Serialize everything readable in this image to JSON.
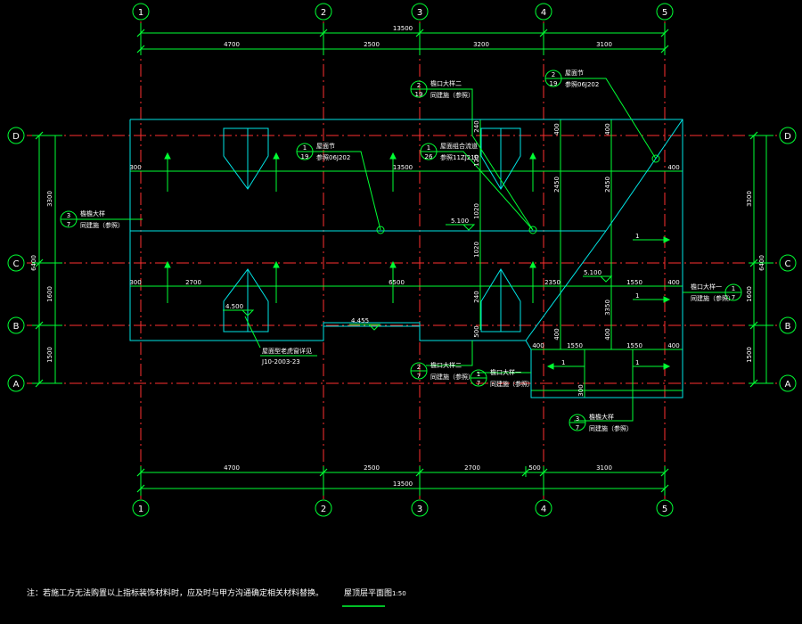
{
  "colors": {
    "background": "#000000",
    "axis_line": "#ff3030",
    "dimension_line": "#00ff33",
    "building_outline": "#00e5e5",
    "text": "#ffffff"
  },
  "axes": {
    "vertical": [
      "1",
      "2",
      "3",
      "4",
      "5"
    ],
    "horizontal": [
      "D",
      "C",
      "B",
      "A"
    ]
  },
  "dimensions": {
    "top_total": "13500",
    "top_segments": [
      "4700",
      "2500",
      "3200",
      "3100"
    ],
    "bottom_total": "13500",
    "bottom_segments": [
      "4700",
      "2500",
      "2700",
      "500",
      "3100"
    ],
    "left_total": "6400",
    "left_segments": [
      "3300",
      "1600",
      "1500"
    ],
    "right_total": "6400",
    "right_segments": [
      "3300",
      "1600",
      "1500"
    ],
    "interior": {
      "d300_top": "300",
      "d13500_mid": "13500",
      "d300_mid": "300",
      "d2700": "2700",
      "d6500": "6500",
      "d2350": "2350",
      "d1550_right": "1550",
      "d400_right_c": "400",
      "d400_right_d": "400",
      "d400_top_a": "400",
      "d400_top_b": "400",
      "d2450_a": "2450",
      "d2450_b": "2450",
      "d3350": "3350",
      "d400_v1": "400",
      "d400_v2": "400",
      "d1550_a": "1550",
      "d1550_b": "1550",
      "d400_low_l": "400",
      "d400_low_r": "400",
      "d300_low": "300",
      "d240_a": "240",
      "d240_b": "240",
      "d1020_a": "1020",
      "d1020_b": "1020",
      "d500": "500",
      "d120": "120"
    }
  },
  "elevations": {
    "e1": "5.100",
    "e2": "5.100",
    "e3": "4.500",
    "e4": "4.455"
  },
  "callouts": [
    {
      "num": "2",
      "sheet": "19",
      "title": "檐口大样二",
      "ref": "同建施（参照）"
    },
    {
      "num": "2",
      "sheet": "19",
      "title": "屋面节",
      "ref": "参照06J202"
    },
    {
      "num": "1",
      "sheet": "19",
      "title": "屋面节",
      "ref": "参照06J202"
    },
    {
      "num": "1",
      "sheet": "26",
      "title": "屋面组合流道",
      "ref": "参照11ZJ210"
    },
    {
      "num": "3",
      "sheet": "7",
      "title": "檐檐大样",
      "ref": "同建施（参照）"
    },
    {
      "num": "1",
      "sheet": "7",
      "title": "檐口大样一",
      "ref": "同建施（参照）"
    },
    {
      "num": "2",
      "sheet": "7",
      "title": "檐口大样二",
      "ref": "同建施（参照）"
    },
    {
      "num": "1",
      "sheet": "7",
      "title": "檐口大样一",
      "ref": "同建施（参照）"
    },
    {
      "num": "3",
      "sheet": "7",
      "title": "檐檐大样",
      "ref": "同建施（参照）"
    }
  ],
  "dormer_ref": {
    "title": "屋面型老虎窗详见",
    "ref": "J10-2003-23"
  },
  "slope_label": "1",
  "note": "注：若施工方无法购置以上指标装饰材料时，应及时与甲方沟通确定相关材料替换。",
  "title": {
    "name": "屋顶层平面图",
    "scale": "1:50"
  }
}
